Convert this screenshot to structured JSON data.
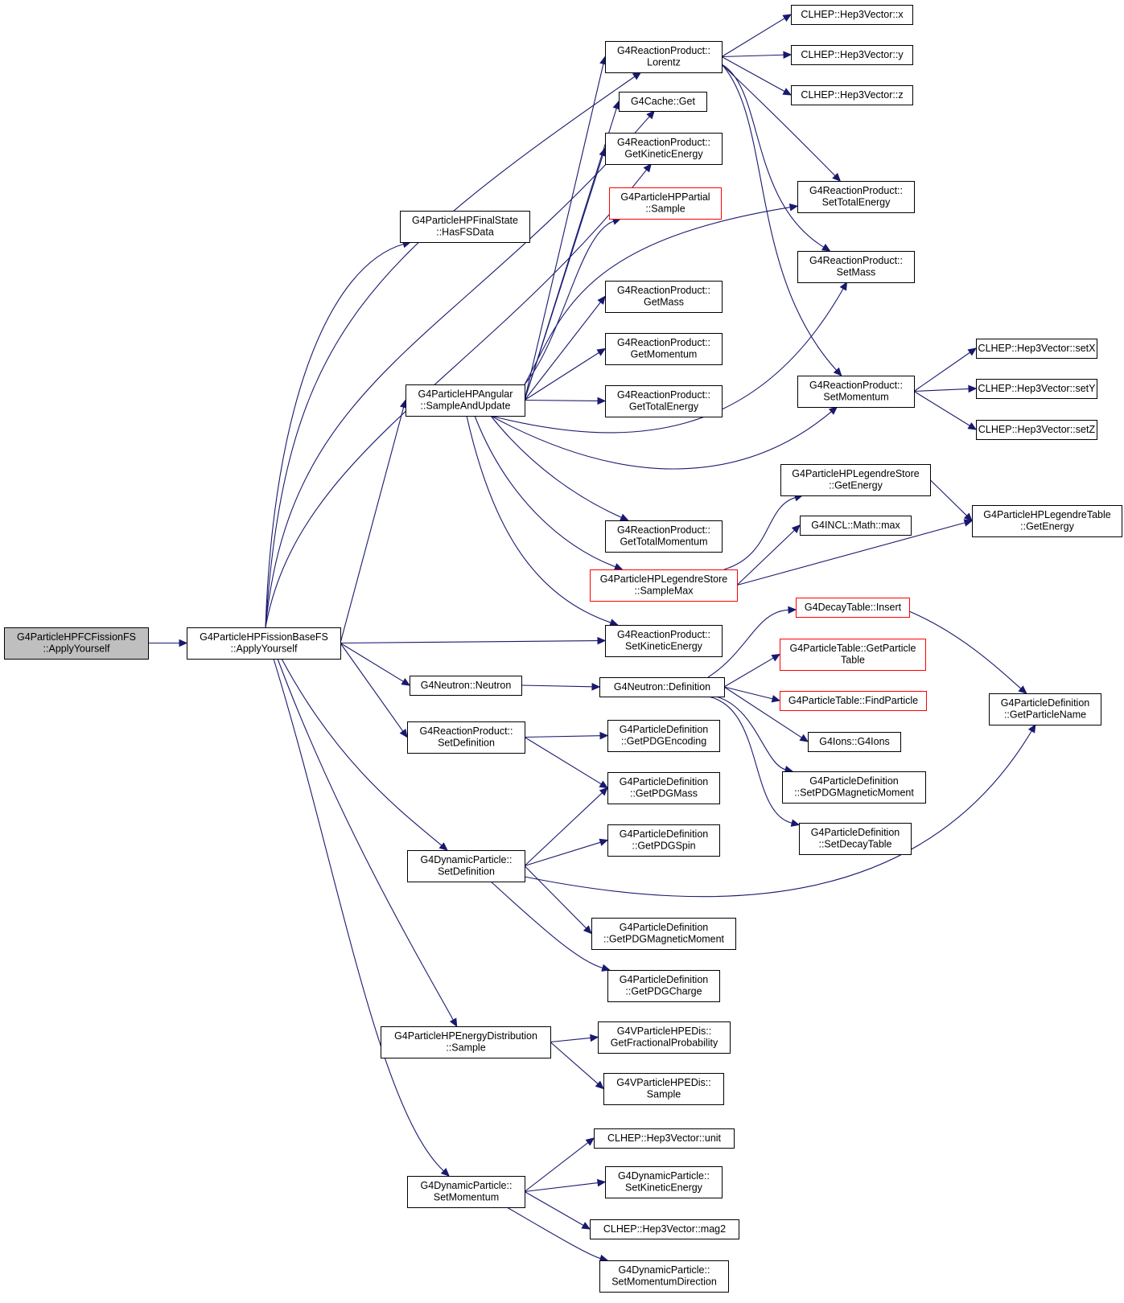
{
  "colors": {
    "edge": "#191970",
    "node_border": "#000000",
    "node_border_truncated": "#ff0000",
    "node_fill": "#ffffff",
    "root_fill": "#bfbfbf"
  },
  "nodes": [
    {
      "id": "n0",
      "lines": [
        "G4ParticleHPFCFissionFS",
        "::ApplyYourself"
      ],
      "style": "root"
    },
    {
      "id": "n1",
      "lines": [
        "G4ParticleHPFissionBaseFS",
        "::ApplyYourself"
      ]
    },
    {
      "id": "n2",
      "lines": [
        "G4ParticleHPFinalState",
        "::HasFSData"
      ]
    },
    {
      "id": "n3",
      "lines": [
        "G4ParticleHPAngular",
        "::SampleAndUpdate"
      ]
    },
    {
      "id": "n4",
      "lines": [
        "G4Neutron::Neutron"
      ]
    },
    {
      "id": "n5",
      "lines": [
        "G4ReactionProduct::",
        "SetDefinition"
      ]
    },
    {
      "id": "n6",
      "lines": [
        "G4DynamicParticle::",
        "SetDefinition"
      ]
    },
    {
      "id": "n7",
      "lines": [
        "G4ParticleHPEnergyDistribution",
        "::Sample"
      ]
    },
    {
      "id": "n8",
      "lines": [
        "G4DynamicParticle::",
        "SetMomentum"
      ]
    },
    {
      "id": "n9",
      "lines": [
        "G4ReactionProduct::",
        "Lorentz"
      ]
    },
    {
      "id": "n10",
      "lines": [
        "G4Cache::Get"
      ]
    },
    {
      "id": "n11",
      "lines": [
        "G4ReactionProduct::",
        "GetKineticEnergy"
      ]
    },
    {
      "id": "n12",
      "lines": [
        "G4ParticleHPPartial",
        "::Sample"
      ],
      "style": "truncated"
    },
    {
      "id": "n13",
      "lines": [
        "G4ReactionProduct::",
        "GetMass"
      ]
    },
    {
      "id": "n14",
      "lines": [
        "G4ReactionProduct::",
        "GetMomentum"
      ]
    },
    {
      "id": "n15",
      "lines": [
        "G4ReactionProduct::",
        "GetTotalEnergy"
      ]
    },
    {
      "id": "n16",
      "lines": [
        "G4ReactionProduct::",
        "GetTotalMomentum"
      ]
    },
    {
      "id": "n17",
      "lines": [
        "G4ParticleHPLegendreStore",
        "::SampleMax"
      ],
      "style": "truncated"
    },
    {
      "id": "n18",
      "lines": [
        "G4ReactionProduct::",
        "SetKineticEnergy"
      ]
    },
    {
      "id": "n19",
      "lines": [
        "G4Neutron::Definition"
      ]
    },
    {
      "id": "n20",
      "lines": [
        "G4ParticleDefinition",
        "::GetPDGEncoding"
      ]
    },
    {
      "id": "n21",
      "lines": [
        "G4ParticleDefinition",
        "::GetPDGMass"
      ]
    },
    {
      "id": "n22",
      "lines": [
        "G4ParticleDefinition",
        "::GetPDGSpin"
      ]
    },
    {
      "id": "n23",
      "lines": [
        "G4ParticleDefinition",
        "::GetPDGMagneticMoment"
      ]
    },
    {
      "id": "n24",
      "lines": [
        "G4ParticleDefinition",
        "::GetPDGCharge"
      ]
    },
    {
      "id": "n25",
      "lines": [
        "G4VParticleHPEDis::",
        "GetFractionalProbability"
      ]
    },
    {
      "id": "n26",
      "lines": [
        "G4VParticleHPEDis::",
        "Sample"
      ]
    },
    {
      "id": "n27",
      "lines": [
        "CLHEP::Hep3Vector::unit"
      ]
    },
    {
      "id": "n28",
      "lines": [
        "G4DynamicParticle::",
        "SetKineticEnergy"
      ]
    },
    {
      "id": "n29",
      "lines": [
        "CLHEP::Hep3Vector::mag2"
      ]
    },
    {
      "id": "n30",
      "lines": [
        "G4DynamicParticle::",
        "SetMomentumDirection"
      ]
    },
    {
      "id": "n31",
      "lines": [
        "CLHEP::Hep3Vector::x"
      ]
    },
    {
      "id": "n32",
      "lines": [
        "CLHEP::Hep3Vector::y"
      ]
    },
    {
      "id": "n33",
      "lines": [
        "CLHEP::Hep3Vector::z"
      ]
    },
    {
      "id": "n34",
      "lines": [
        "G4ReactionProduct::",
        "SetTotalEnergy"
      ]
    },
    {
      "id": "n35",
      "lines": [
        "G4ReactionProduct::",
        "SetMass"
      ]
    },
    {
      "id": "n36",
      "lines": [
        "G4ReactionProduct::",
        "SetMomentum"
      ]
    },
    {
      "id": "n37",
      "lines": [
        "G4ParticleHPLegendreStore",
        "::GetEnergy"
      ]
    },
    {
      "id": "n38",
      "lines": [
        "G4INCL::Math::max"
      ]
    },
    {
      "id": "n39",
      "lines": [
        "G4DecayTable::Insert"
      ],
      "style": "truncated"
    },
    {
      "id": "n40",
      "lines": [
        "G4ParticleTable::GetParticle",
        "Table"
      ],
      "style": "truncated"
    },
    {
      "id": "n41",
      "lines": [
        "G4ParticleTable::FindParticle"
      ],
      "style": "truncated"
    },
    {
      "id": "n42",
      "lines": [
        "G4Ions::G4Ions"
      ]
    },
    {
      "id": "n43",
      "lines": [
        "G4ParticleDefinition",
        "::SetPDGMagneticMoment"
      ]
    },
    {
      "id": "n44",
      "lines": [
        "G4ParticleDefinition",
        "::SetDecayTable"
      ]
    },
    {
      "id": "n45",
      "lines": [
        "CLHEP::Hep3Vector::setX"
      ]
    },
    {
      "id": "n46",
      "lines": [
        "CLHEP::Hep3Vector::setY"
      ]
    },
    {
      "id": "n47",
      "lines": [
        "CLHEP::Hep3Vector::setZ"
      ]
    },
    {
      "id": "n48",
      "lines": [
        "G4ParticleHPLegendreTable",
        "::GetEnergy"
      ]
    },
    {
      "id": "n49",
      "lines": [
        "G4ParticleDefinition",
        "::GetParticleName"
      ]
    }
  ],
  "edges": [
    [
      "n0",
      "n1"
    ],
    [
      "n1",
      "n2"
    ],
    [
      "n1",
      "n3"
    ],
    [
      "n1",
      "n4"
    ],
    [
      "n1",
      "n5"
    ],
    [
      "n1",
      "n6"
    ],
    [
      "n1",
      "n7"
    ],
    [
      "n1",
      "n8"
    ],
    [
      "n1",
      "n9"
    ],
    [
      "n1",
      "n10"
    ],
    [
      "n1",
      "n11"
    ],
    [
      "n1",
      "n18"
    ],
    [
      "n3",
      "n9"
    ],
    [
      "n3",
      "n10"
    ],
    [
      "n3",
      "n11"
    ],
    [
      "n3",
      "n12"
    ],
    [
      "n3",
      "n34"
    ],
    [
      "n3",
      "n13"
    ],
    [
      "n3",
      "n14"
    ],
    [
      "n3",
      "n15"
    ],
    [
      "n3",
      "n35"
    ],
    [
      "n3",
      "n36"
    ],
    [
      "n3",
      "n16"
    ],
    [
      "n3",
      "n17"
    ],
    [
      "n3",
      "n18"
    ],
    [
      "n9",
      "n31"
    ],
    [
      "n9",
      "n32"
    ],
    [
      "n9",
      "n33"
    ],
    [
      "n9",
      "n34"
    ],
    [
      "n9",
      "n35"
    ],
    [
      "n9",
      "n36"
    ],
    [
      "n36",
      "n45"
    ],
    [
      "n36",
      "n46"
    ],
    [
      "n36",
      "n47"
    ],
    [
      "n17",
      "n37"
    ],
    [
      "n17",
      "n38"
    ],
    [
      "n17",
      "n48"
    ],
    [
      "n37",
      "n48"
    ],
    [
      "n4",
      "n19"
    ],
    [
      "n19",
      "n39"
    ],
    [
      "n19",
      "n40"
    ],
    [
      "n19",
      "n41"
    ],
    [
      "n19",
      "n42"
    ],
    [
      "n19",
      "n43"
    ],
    [
      "n19",
      "n44"
    ],
    [
      "n39",
      "n49"
    ],
    [
      "n5",
      "n20"
    ],
    [
      "n5",
      "n21"
    ],
    [
      "n6",
      "n21"
    ],
    [
      "n6",
      "n22"
    ],
    [
      "n6",
      "n49"
    ],
    [
      "n6",
      "n23"
    ],
    [
      "n6",
      "n24"
    ],
    [
      "n7",
      "n25"
    ],
    [
      "n7",
      "n26"
    ],
    [
      "n8",
      "n27"
    ],
    [
      "n8",
      "n28"
    ],
    [
      "n8",
      "n29"
    ],
    [
      "n8",
      "n30"
    ]
  ]
}
